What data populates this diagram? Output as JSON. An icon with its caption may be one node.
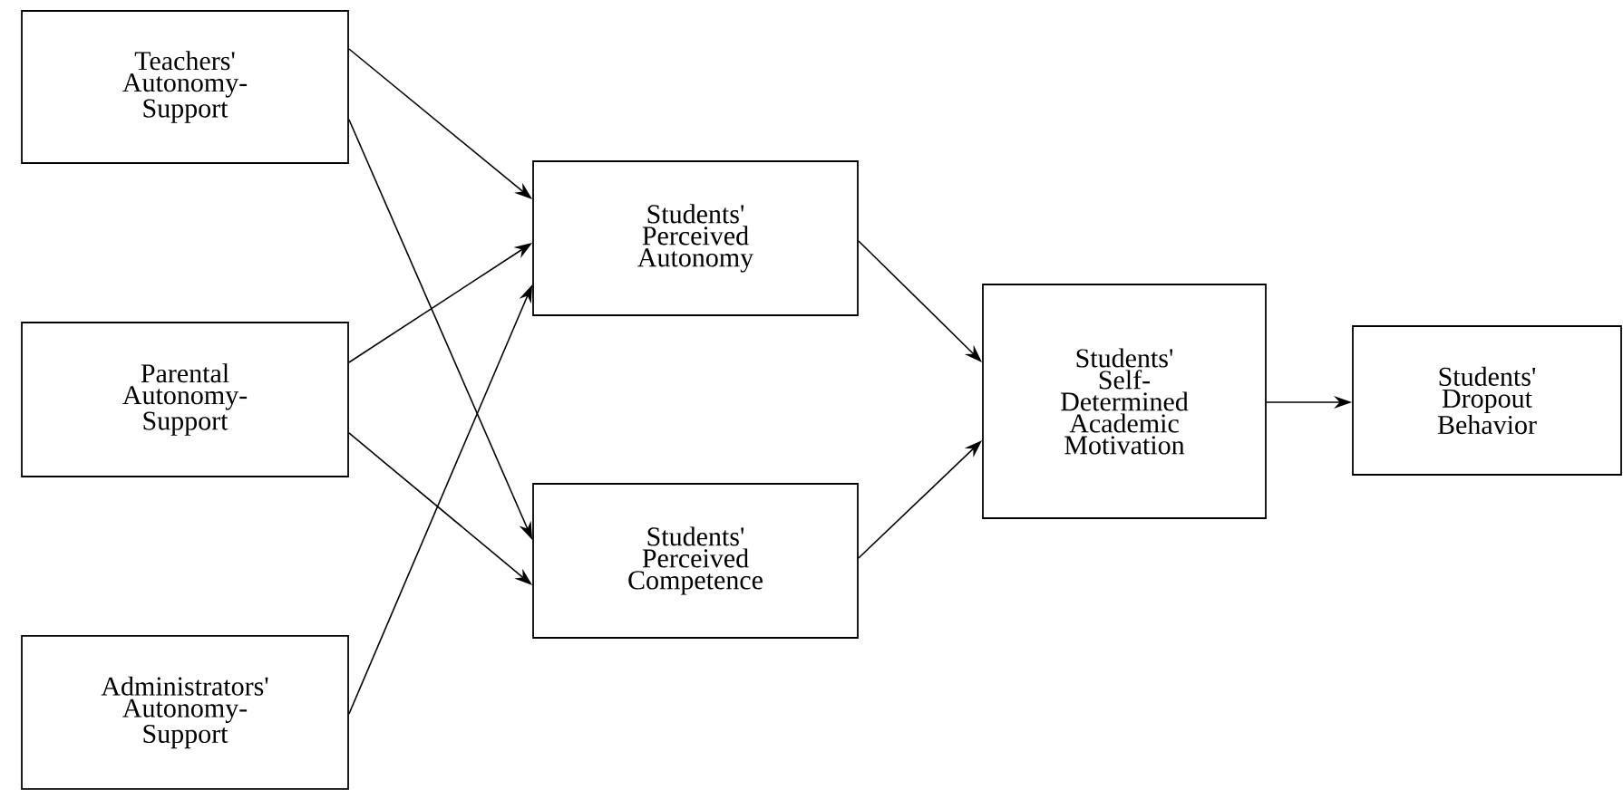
{
  "diagram": {
    "nodes": [
      {
        "text": [
          "Teachers' Autonomy-Support"
        ]
      },
      {
        "text": [
          "Parental Autonomy-Support"
        ]
      },
      {
        "text": [
          "Administrators' Autonomy-Support"
        ]
      },
      {
        "text": [
          "Students' Perceived Autonomy"
        ]
      },
      {
        "text": [
          "Students' Perceived Competence"
        ]
      },
      {
        "text": [
          "Students' Self-Determined Academic Motivation"
        ]
      },
      {
        "text": [
          "Students' Dropout Behavior"
        ]
      }
    ],
    "edges": [
      {
        "from": 0,
        "to": 3,
        "arrow": "to"
      },
      {
        "from": 0,
        "to": 4,
        "arrow": "to"
      },
      {
        "from": 1,
        "to": 3,
        "arrow": "to"
      },
      {
        "from": 1,
        "to": 4,
        "arrow": "to"
      },
      {
        "from": 2,
        "to": 3,
        "arrow": "to"
      },
      {
        "from": 3,
        "to": 5,
        "arrow": "to"
      },
      {
        "from": 4,
        "to": 5,
        "arrow": "to"
      },
      {
        "from": 5,
        "to": 6,
        "arrow": "to"
      }
    ]
  }
}
